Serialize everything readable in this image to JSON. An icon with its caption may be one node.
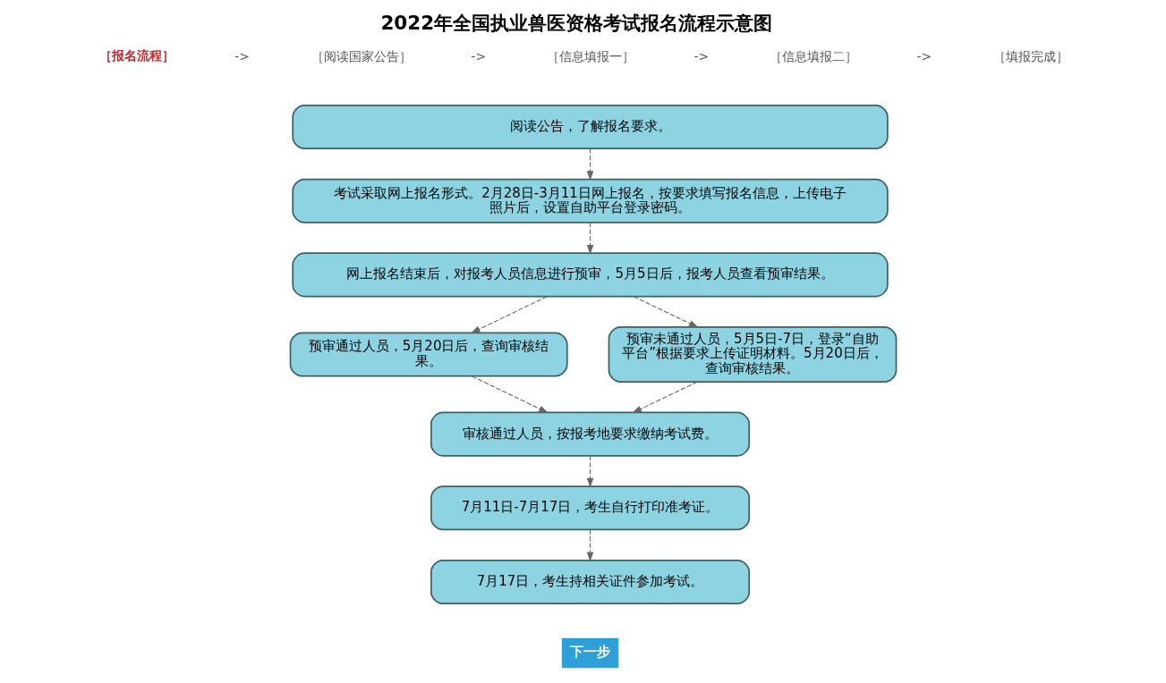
{
  "diagram": {
    "title": "2022年全国执业兽医资格考试报名流程示意图",
    "nodes": [
      {
        "text": [
          "阅读公告，了解报名要求。"
        ]
      },
      {
        "text": [
          "考试采取网上报名形式。2月28日-3月11日网上报名，按要求填写报名信息，上传电子照片后，设置自助平台登录密码。"
        ]
      },
      {
        "text": [
          "网上报名结束后，对报考人员信息进行预审，5月5日后，报考人员查看预审结果。"
        ]
      },
      {
        "text": [
          "预审通过人员，5月20日后，查询审核结果。"
        ]
      },
      {
        "text": [
          "预审未通过人员，5月5日-7日，登录“自助平台”根据要求上传证明材料。5月20日后，查询审核结果。"
        ]
      },
      {
        "text": [
          "审核通过人员，按报考地要求缴纳考试费。"
        ]
      },
      {
        "text": [
          "7月11日-7月17日，考生自行打印准考证。"
        ]
      },
      {
        "text": [
          "7月17日，考生持相关证件参加考试。"
        ]
      }
    ],
    "edges": [
      {
        "from": 0,
        "to": 1,
        "arrow": "to",
        "style": "dashed"
      },
      {
        "from": 1,
        "to": 2,
        "arrow": "to",
        "style": "dashed"
      },
      {
        "from": 2,
        "to": 3,
        "arrow": "to",
        "style": "dashed"
      },
      {
        "from": 2,
        "to": 4,
        "arrow": "to",
        "style": "dashed"
      },
      {
        "from": 3,
        "to": 5,
        "arrow": "to",
        "style": "dashed"
      },
      {
        "from": 4,
        "to": 5,
        "arrow": "to",
        "style": "dashed"
      },
      {
        "from": 5,
        "to": 6,
        "arrow": "to",
        "style": "dashed"
      },
      {
        "from": 6,
        "to": 7,
        "arrow": "to",
        "style": "dashed"
      }
    ],
    "labels": [
      "［报名流程］",
      "->",
      "［阅读国家公告］",
      "->",
      "［信息填报一］",
      "->",
      "［信息填报二］",
      "->",
      "［填报完成］",
      "下一步"
    ]
  }
}
